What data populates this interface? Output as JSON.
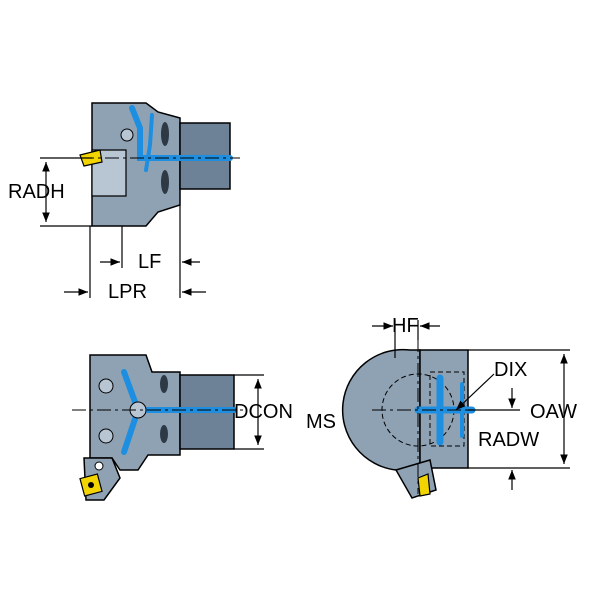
{
  "colors": {
    "body": "#8fa2b4",
    "body_dark": "#6d8296",
    "coolant": "#1e8fe0",
    "insert": "#f2d400",
    "background": "#ffffff"
  },
  "labels": {
    "radh": "RADH",
    "lf": "LF",
    "lpr": "LPR",
    "dcon": "DCON",
    "ms": "MS",
    "hf": "HF",
    "dix": "DIX",
    "oaw": "OAW",
    "radw": "RADW"
  }
}
